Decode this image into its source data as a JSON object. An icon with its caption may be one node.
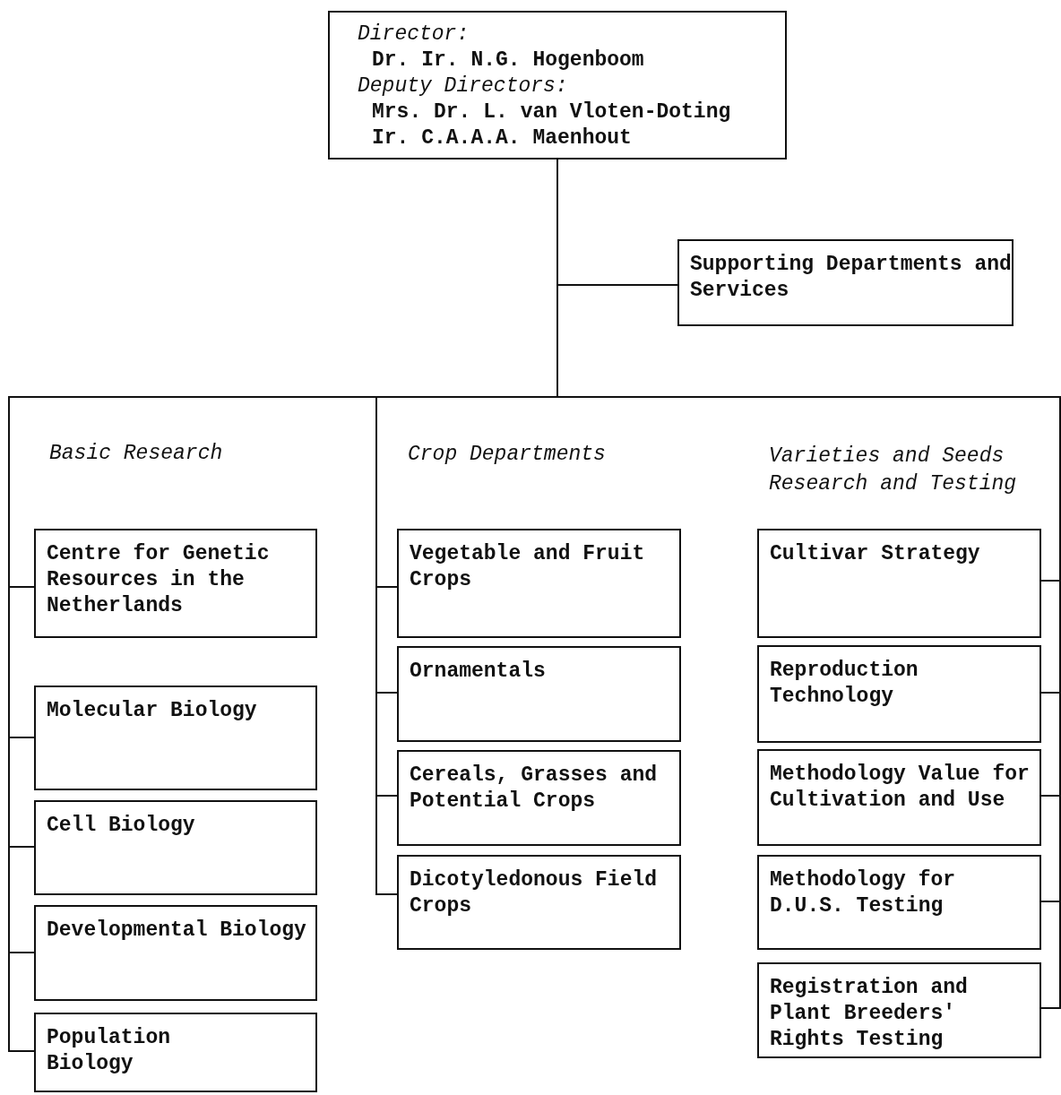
{
  "diagram": {
    "nodes": [
      {
        "text": [
          "Director:",
          "Dr. Ir. N.G. Hogenboom",
          "Deputy Directors:",
          "Mrs. Dr. L. van Vloten-Doting",
          "Ir. C.A.A.A. Maenhout"
        ]
      },
      {
        "text": [
          "Supporting Departments and Services"
        ]
      },
      {
        "text": [
          "Centre for Genetic Resources in the Netherlands"
        ]
      },
      {
        "text": [
          "Molecular Biology"
        ]
      },
      {
        "text": [
          "Cell Biology"
        ]
      },
      {
        "text": [
          "Developmental Biology"
        ]
      },
      {
        "text": [
          "Population Biology"
        ]
      },
      {
        "text": [
          "Vegetable and Fruit Crops"
        ]
      },
      {
        "text": [
          "Ornamentals"
        ]
      },
      {
        "text": [
          "Cereals, Grasses and Potential Crops"
        ]
      },
      {
        "text": [
          "Dicotyledonous Field Crops"
        ]
      },
      {
        "text": [
          "Cultivar Strategy"
        ]
      },
      {
        "text": [
          "Reproduction Technology"
        ]
      },
      {
        "text": [
          "Methodology Value for Cultivation and Use"
        ]
      },
      {
        "text": [
          "Methodology for D.U.S. Testing"
        ]
      },
      {
        "text": [
          "Registration and Plant Breeders' Rights Testing"
        ]
      }
    ],
    "edges": [
      {
        "from": 0,
        "to": 1,
        "arrow": "none"
      },
      {
        "from": 0,
        "to": 2,
        "arrow": "none"
      },
      {
        "from": 0,
        "to": 3,
        "arrow": "none"
      },
      {
        "from": 0,
        "to": 4,
        "arrow": "none"
      },
      {
        "from": 0,
        "to": 5,
        "arrow": "none"
      },
      {
        "from": 0,
        "to": 6,
        "arrow": "none"
      },
      {
        "from": 0,
        "to": 7,
        "arrow": "none"
      },
      {
        "from": 0,
        "to": 8,
        "arrow": "none"
      },
      {
        "from": 0,
        "to": 9,
        "arrow": "none"
      },
      {
        "from": 0,
        "to": 10,
        "arrow": "none"
      },
      {
        "from": 0,
        "to": 11,
        "arrow": "none"
      },
      {
        "from": 0,
        "to": 12,
        "arrow": "none"
      },
      {
        "from": 0,
        "to": 13,
        "arrow": "none"
      },
      {
        "from": 0,
        "to": 14,
        "arrow": "none"
      },
      {
        "from": 0,
        "to": 15,
        "arrow": "none"
      }
    ],
    "labels": [
      "Basic Research",
      "Crop Departments",
      "Varieties and Seeds Research and Testing"
    ]
  }
}
